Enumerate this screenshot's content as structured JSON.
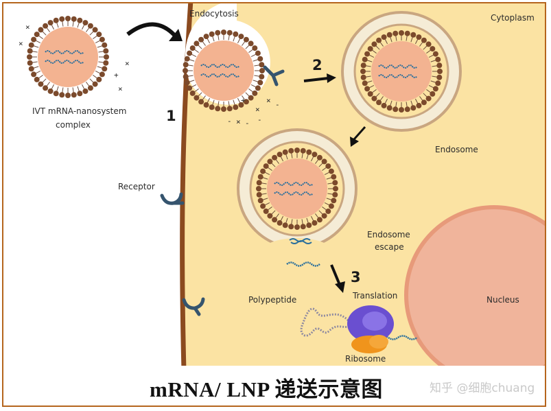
{
  "labels": {
    "endocytosis": "Endocytosis",
    "cytoplasm": "Cytoplasm",
    "complex_line1": "IVT mRNA-nanosystem",
    "complex_line2": "complex",
    "endosome": "Endosome",
    "receptor": "Receptor",
    "endosome_escape_line1": "Endosome",
    "endosome_escape_line2": "escape",
    "polypeptide": "Polypeptide",
    "translation": "Translation",
    "nucleus": "Nucleus",
    "ribosome": "Ribosome"
  },
  "steps": {
    "one": "1",
    "two": "2",
    "three": "3"
  },
  "charges": {
    "plus": "+",
    "times": "×",
    "minus": "-"
  },
  "caption": "mRNA/ LNP 递送示意图",
  "watermark": "知乎 @细胞chuang",
  "colors": {
    "cytoplasm": "#fbe3a3",
    "membrane": "#8b4a1f",
    "lnp_core": "#f3b391",
    "lnp_head": "#7b4a2c",
    "endosome_ring": "#f5ecd6",
    "endosome_ring_edge": "#c9a680",
    "nucleus": "#f0b49b",
    "nucleus_edge": "#e79a7a",
    "mrna": "#2a6f9c",
    "receptor": "#35546e",
    "ribosome_top": "#6a4fd0",
    "ribosome_bottom": "#f0941c",
    "frame": "#b5651d"
  }
}
